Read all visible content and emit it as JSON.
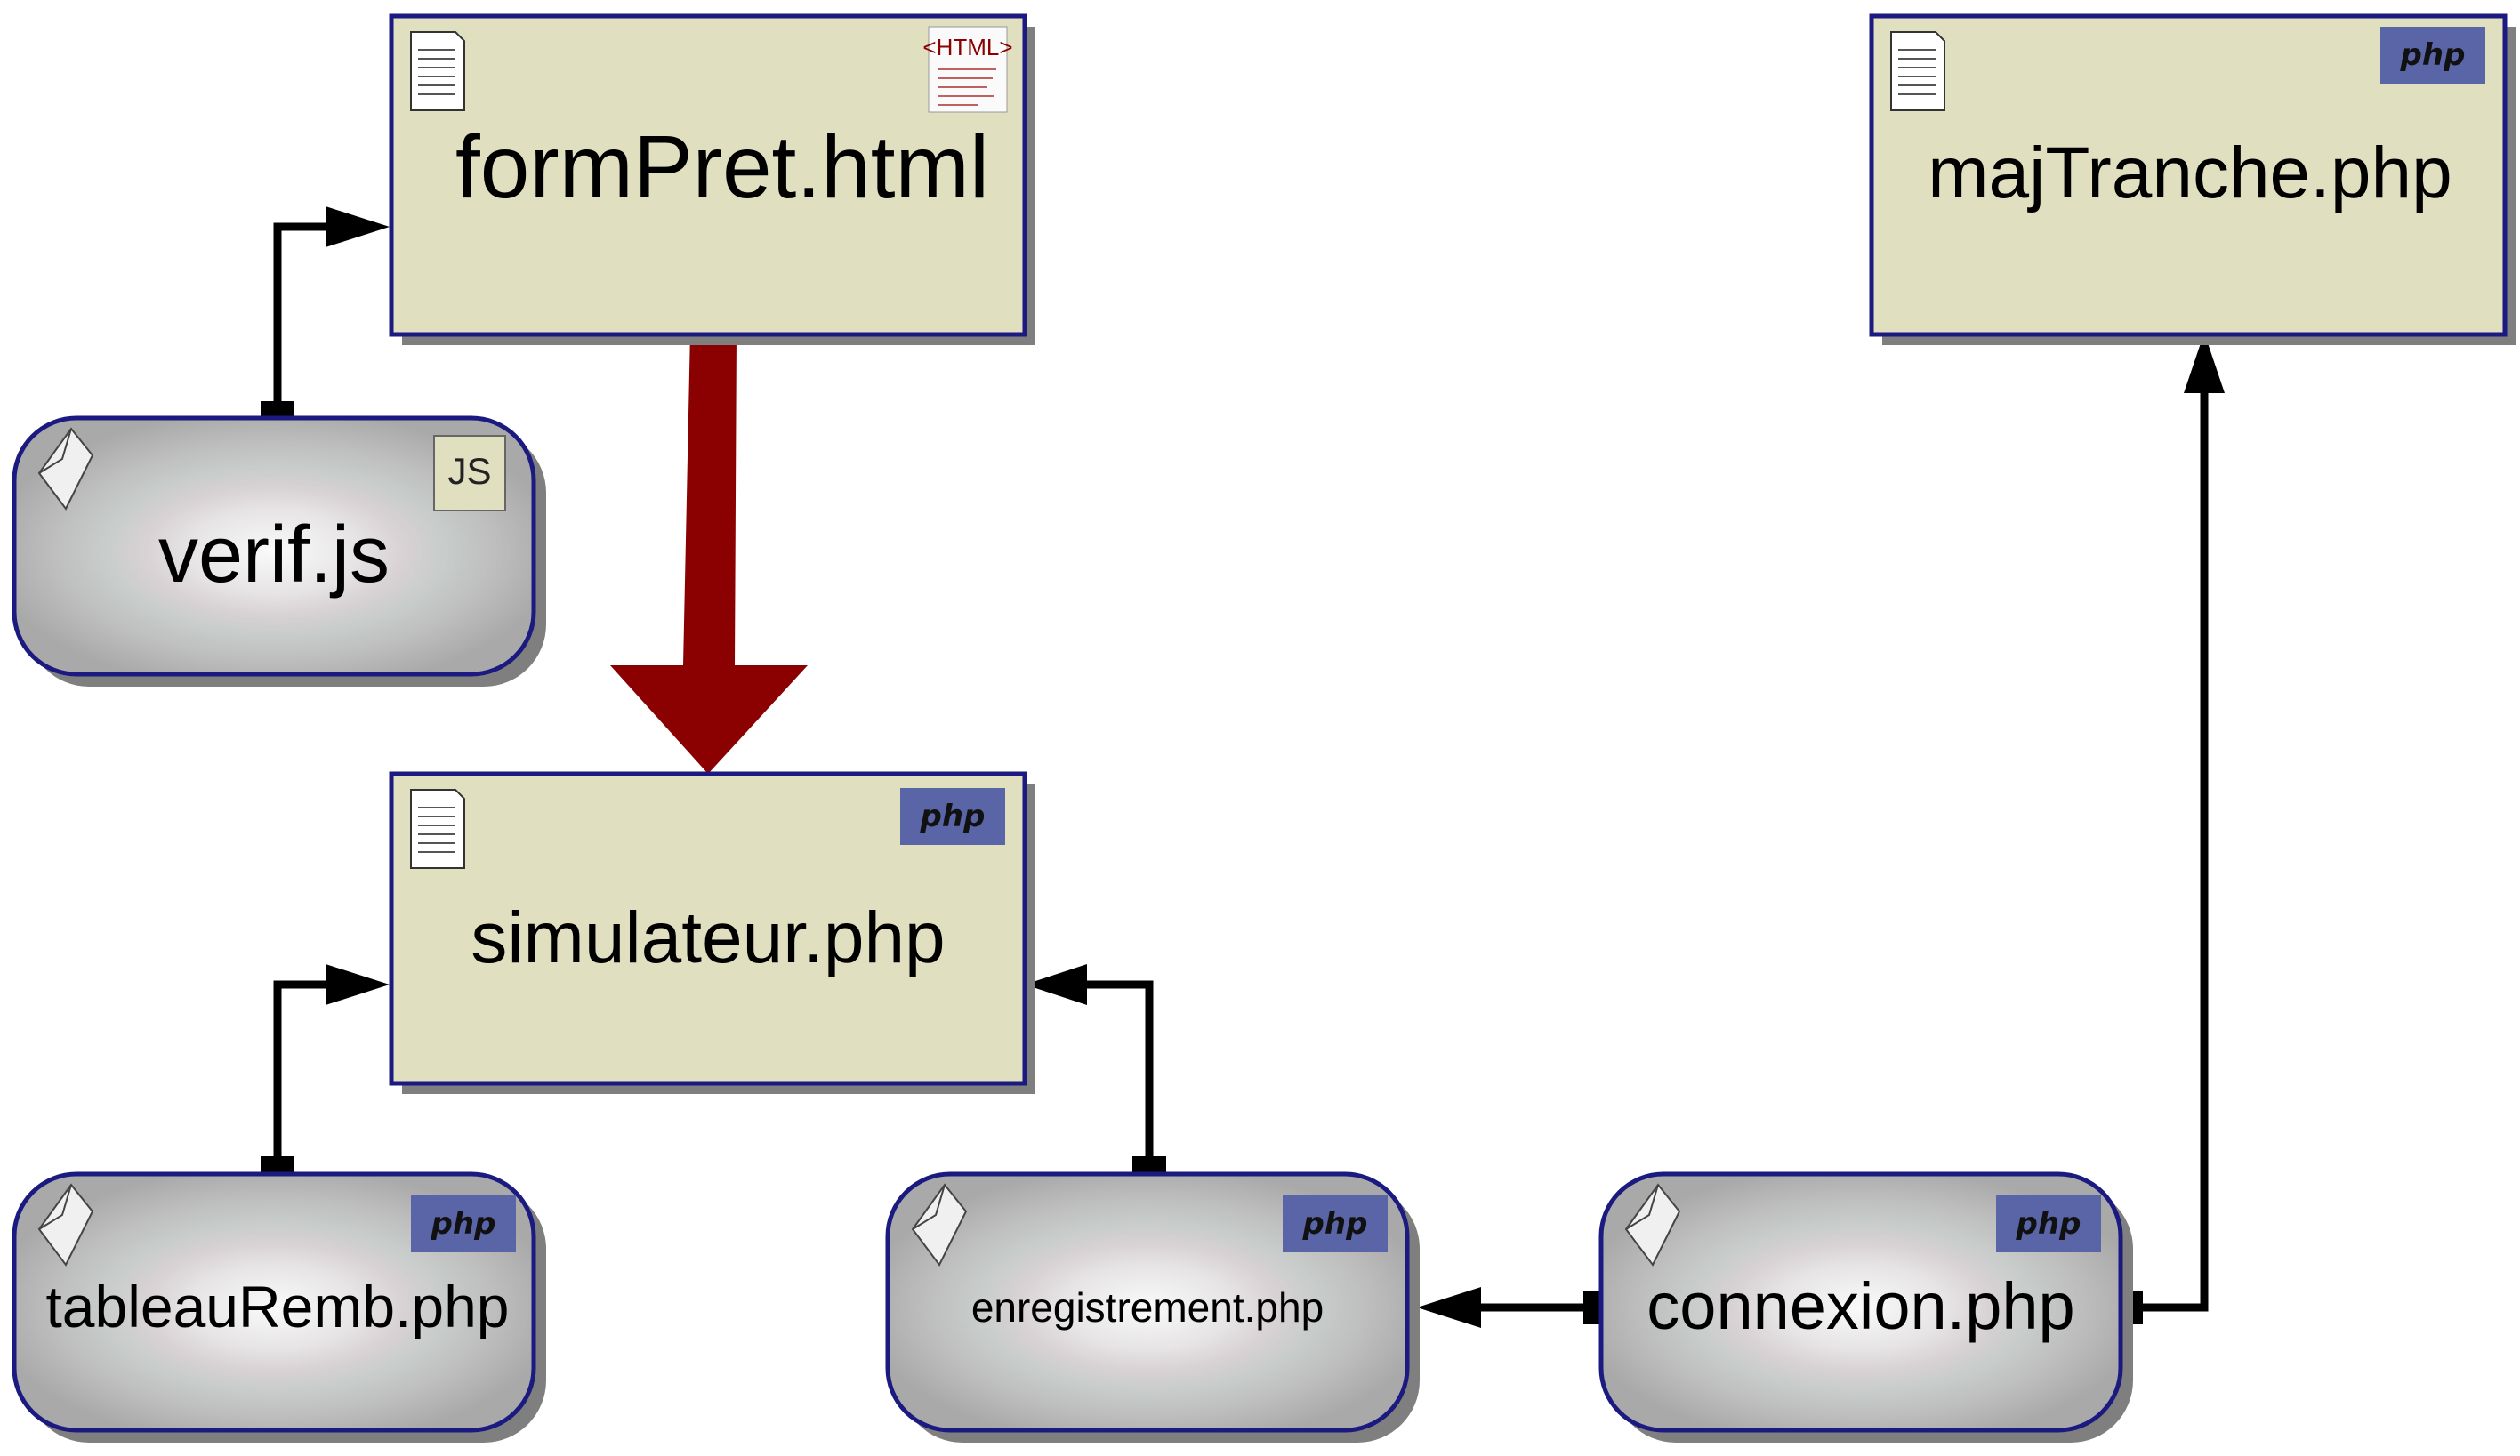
{
  "pages": {
    "formPret": {
      "label": "formPret.html",
      "badge": "<HTML>",
      "badge_icon": "html-document-icon"
    },
    "majTranche": {
      "label": "majTranche.php",
      "badge": "php"
    },
    "simulateur": {
      "label": "simulateur.php",
      "badge": "php"
    }
  },
  "scripts": {
    "verif": {
      "label": "verif.js",
      "badge": "JS"
    },
    "tableauRemb": {
      "label": "tableauRemb.php",
      "badge": "php"
    },
    "enregistrement": {
      "label": "enregistrement.php",
      "badge": "php"
    },
    "connexion": {
      "label": "connexion.php",
      "badge": "php"
    }
  },
  "links": [
    {
      "from": "verif.js",
      "to": "formPret.html",
      "style": "include"
    },
    {
      "from": "formPret.html",
      "to": "simulateur.php",
      "style": "submit"
    },
    {
      "from": "tableauRemb.php",
      "to": "simulateur.php",
      "style": "include"
    },
    {
      "from": "enregistrement.php",
      "to": "simulateur.php",
      "style": "include"
    },
    {
      "from": "connexion.php",
      "to": "enregistrement.php",
      "style": "include"
    },
    {
      "from": "connexion.php",
      "to": "majTranche.php",
      "style": "include"
    }
  ],
  "colors": {
    "page_fill": "#e0dfc0",
    "page_border": "#1a1a80",
    "shadow": "#7f7f7f",
    "badge_php": "#5a65a8",
    "submit_arrow": "#8b0000",
    "script_border": "#1a1a80"
  }
}
